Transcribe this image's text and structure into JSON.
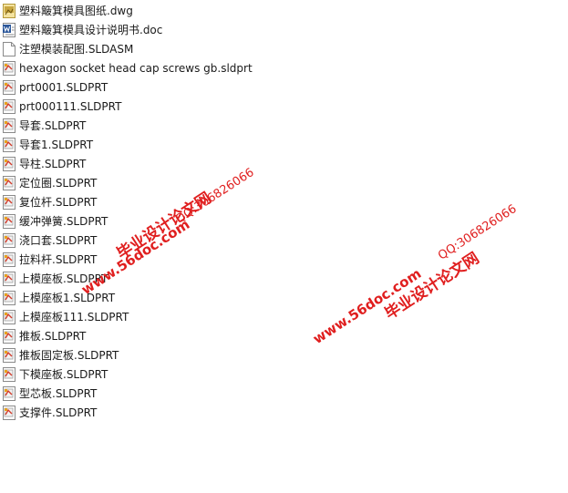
{
  "files": [
    {
      "name": "塑料簸箕模具图纸.dwg",
      "icon": "dwg-file-icon"
    },
    {
      "name": "塑料簸箕模具设计说明书.doc",
      "icon": "word-doc-icon"
    },
    {
      "name": "注塑模装配图.SLDASM",
      "icon": "blank-file-icon"
    },
    {
      "name": "hexagon socket head cap screws gb.sldprt",
      "icon": "sldprt-file-icon"
    },
    {
      "name": "prt0001.SLDPRT",
      "icon": "sldprt-file-icon"
    },
    {
      "name": "prt000111.SLDPRT",
      "icon": "sldprt-file-icon"
    },
    {
      "name": "导套.SLDPRT",
      "icon": "sldprt-file-icon"
    },
    {
      "name": "导套1.SLDPRT",
      "icon": "sldprt-file-icon"
    },
    {
      "name": "导柱.SLDPRT",
      "icon": "sldprt-file-icon"
    },
    {
      "name": "定位圈.SLDPRT",
      "icon": "sldprt-file-icon"
    },
    {
      "name": "复位杆.SLDPRT",
      "icon": "sldprt-file-icon"
    },
    {
      "name": "缓冲弹簧.SLDPRT",
      "icon": "sldprt-file-icon"
    },
    {
      "name": "浇口套.SLDPRT",
      "icon": "sldprt-file-icon"
    },
    {
      "name": "拉料杆.SLDPRT",
      "icon": "sldprt-file-icon"
    },
    {
      "name": "上模座板.SLDPRT",
      "icon": "sldprt-file-icon"
    },
    {
      "name": "上模座板1.SLDPRT",
      "icon": "sldprt-file-icon"
    },
    {
      "name": "上模座板111.SLDPRT",
      "icon": "sldprt-file-icon"
    },
    {
      "name": "推板.SLDPRT",
      "icon": "sldprt-file-icon"
    },
    {
      "name": "推板固定板.SLDPRT",
      "icon": "sldprt-file-icon"
    },
    {
      "name": "下模座板.SLDPRT",
      "icon": "sldprt-file-icon"
    },
    {
      "name": "型芯板.SLDPRT",
      "icon": "sldprt-file-icon"
    },
    {
      "name": "支撑件.SLDPRT",
      "icon": "sldprt-file-icon"
    }
  ],
  "watermarks": {
    "site": "www.56doc.com",
    "title": "毕业设计论文网",
    "qq": "QQ:306826066"
  },
  "colors": {
    "watermark": "#e01f1f",
    "text": "#1a1a1a",
    "background": "#ffffff"
  }
}
